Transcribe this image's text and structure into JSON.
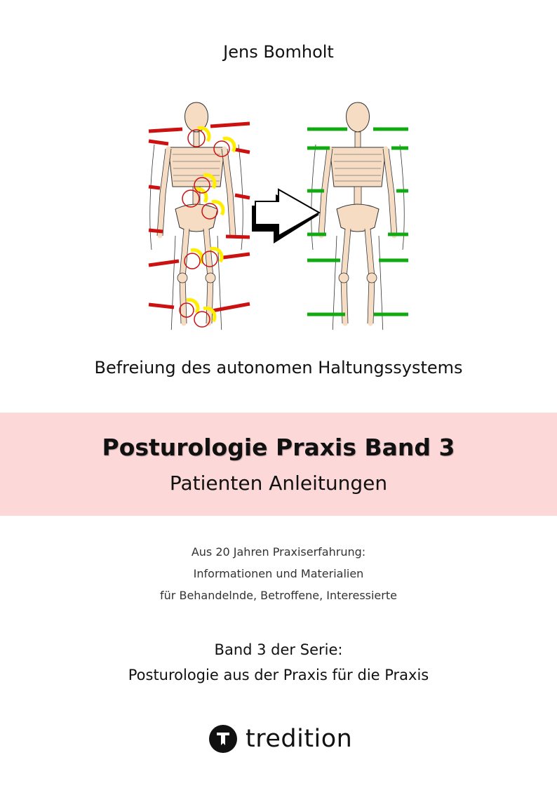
{
  "author": "Jens Bomholt",
  "tagline": "Befreiung des autonomen Haltungssystems",
  "title": "Posturologie Praxis Band 3",
  "subtitle": "Patienten Anleitungen",
  "description": [
    "Aus 20 Jahren Praxiserfahrung:",
    "Informationen und Materialien",
    "für Behandelnde, Betroffene, Interessierte"
  ],
  "series": [
    "Band 3 der Serie:",
    "Posturologie aus der Praxis für die Praxis"
  ],
  "publisher": "tredition",
  "colors": {
    "band": "#fdd8d8",
    "misaligned": "#cc1111",
    "aligned": "#11aa11",
    "highlight": "#ffee00"
  }
}
